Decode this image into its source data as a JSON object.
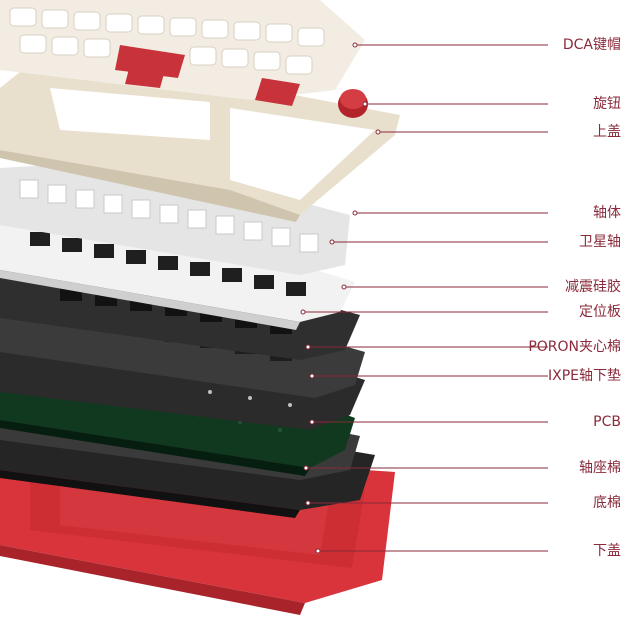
{
  "labels": [
    "DCA键帽",
    "旋钮",
    "上盖",
    "轴体",
    "卫星轴",
    "减震硅胶",
    "定位板",
    "PORON夹心棉",
    "IXPE轴下垫",
    "PCB",
    "轴座棉",
    "底棉",
    "下盖"
  ],
  "colors": {
    "accent": "#8a2a3a",
    "keycap_cream": "#efe8dc",
    "keycap_red": "#c8323a",
    "top_case": "#e7decb",
    "switch": "#e6e6e6",
    "plate": "#f1f1f1",
    "foam_dark": "#2d2d2d",
    "pcb_green": "#10391f",
    "bottom_foam": "#242424",
    "bottom_case": "#d9343b"
  }
}
